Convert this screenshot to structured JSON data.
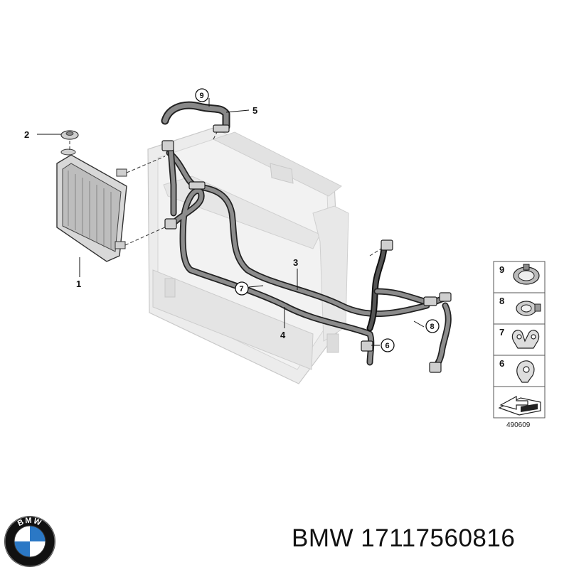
{
  "diagram": {
    "id_number": "490609",
    "callouts": [
      "1",
      "2",
      "3",
      "4",
      "5"
    ],
    "circled_callouts": [
      "9",
      "7",
      "8",
      "6"
    ],
    "legend": [
      {
        "number": "9",
        "icon": "hose-clamp-ring-icon"
      },
      {
        "number": "8",
        "icon": "hose-clip-icon"
      },
      {
        "number": "7",
        "icon": "double-holder-clip-icon"
      },
      {
        "number": "6",
        "icon": "single-holder-clip-icon"
      },
      {
        "number": "",
        "icon": "arrow-sheet-icon"
      }
    ]
  },
  "logo": {
    "letters": "BMW",
    "colors": {
      "ring": "#111111",
      "blue": "#2b78c5",
      "white": "#ffffff"
    }
  },
  "caption": {
    "brand": "BMW",
    "part_number": "17117560816"
  }
}
